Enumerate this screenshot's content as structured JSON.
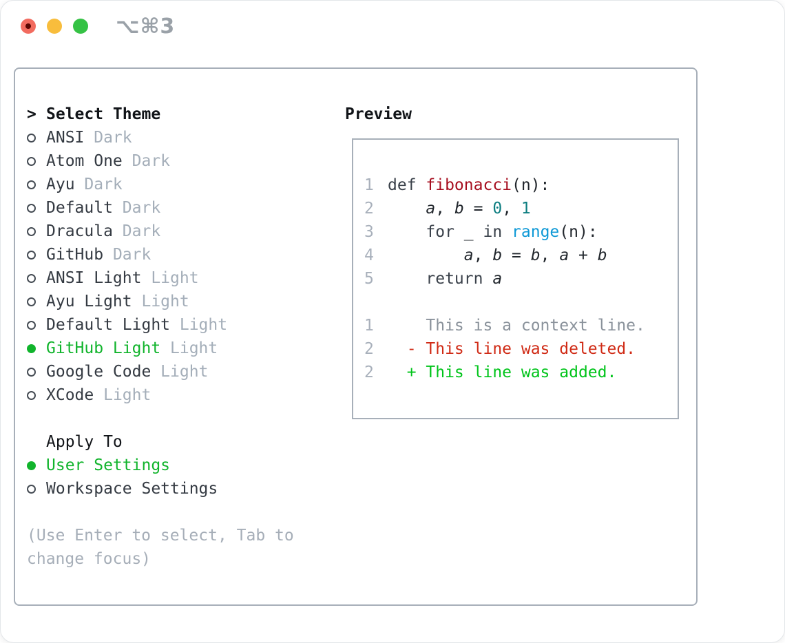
{
  "window": {
    "title": "⌥⌘3",
    "traffic_lights": [
      {
        "name": "close",
        "color": "#f26b5f"
      },
      {
        "name": "minimize",
        "color": "#f8bd3c"
      },
      {
        "name": "zoom",
        "color": "#35c245"
      }
    ]
  },
  "theme_picker": {
    "header_prefix": ">",
    "header": "Select Theme",
    "items": [
      {
        "name": "ANSI",
        "tag": "Dark",
        "selected": false
      },
      {
        "name": "Atom One",
        "tag": "Dark",
        "selected": false
      },
      {
        "name": "Ayu",
        "tag": "Dark",
        "selected": false
      },
      {
        "name": "Default",
        "tag": "Dark",
        "selected": false
      },
      {
        "name": "Dracula",
        "tag": "Dark",
        "selected": false
      },
      {
        "name": "GitHub",
        "tag": "Dark",
        "selected": false
      },
      {
        "name": "ANSI Light",
        "tag": "Light",
        "selected": false
      },
      {
        "name": "Ayu Light",
        "tag": "Light",
        "selected": false
      },
      {
        "name": "Default Light",
        "tag": "Light",
        "selected": false
      },
      {
        "name": "GitHub Light",
        "tag": "Light",
        "selected": true
      },
      {
        "name": "Google Code",
        "tag": "Light",
        "selected": false
      },
      {
        "name": "XCode",
        "tag": "Light",
        "selected": false
      }
    ],
    "apply_header": "Apply To",
    "apply_items": [
      {
        "name": "User Settings",
        "selected": true
      },
      {
        "name": "Workspace Settings",
        "selected": false
      }
    ],
    "hint": "(Use Enter to select, Tab to change focus)"
  },
  "preview": {
    "heading": "Preview",
    "lines": [
      {
        "num": "1",
        "spans": [
          {
            "t": "def ",
            "s": "kw"
          },
          {
            "t": "fibonacci",
            "s": "fn"
          },
          {
            "t": "(n):",
            "s": "pl"
          }
        ]
      },
      {
        "num": "2",
        "spans": [
          {
            "t": "    ",
            "s": "pl"
          },
          {
            "t": "a",
            "s": "var"
          },
          {
            "t": ", ",
            "s": "pl"
          },
          {
            "t": "b",
            "s": "var"
          },
          {
            "t": " = ",
            "s": "pl"
          },
          {
            "t": "0",
            "s": "num"
          },
          {
            "t": ", ",
            "s": "pl"
          },
          {
            "t": "1",
            "s": "num"
          }
        ]
      },
      {
        "num": "3",
        "spans": [
          {
            "t": "    ",
            "s": "pl"
          },
          {
            "t": "for",
            "s": "kw"
          },
          {
            "t": " _ ",
            "s": "pl"
          },
          {
            "t": "in",
            "s": "kw"
          },
          {
            "t": " ",
            "s": "pl"
          },
          {
            "t": "range",
            "s": "call"
          },
          {
            "t": "(n):",
            "s": "pl"
          }
        ]
      },
      {
        "num": "4",
        "spans": [
          {
            "t": "        ",
            "s": "pl"
          },
          {
            "t": "a",
            "s": "var"
          },
          {
            "t": ", ",
            "s": "pl"
          },
          {
            "t": "b",
            "s": "var"
          },
          {
            "t": " = ",
            "s": "pl"
          },
          {
            "t": "b",
            "s": "var"
          },
          {
            "t": ", ",
            "s": "pl"
          },
          {
            "t": "a",
            "s": "var"
          },
          {
            "t": " + ",
            "s": "pl"
          },
          {
            "t": "b",
            "s": "var"
          }
        ]
      },
      {
        "num": "5",
        "spans": [
          {
            "t": "    ",
            "s": "pl"
          },
          {
            "t": "return",
            "s": "kw"
          },
          {
            "t": " ",
            "s": "pl"
          },
          {
            "t": "a",
            "s": "var"
          }
        ]
      },
      {
        "num": "",
        "spans": []
      },
      {
        "num": "1",
        "spans": [
          {
            "t": "    This is a context line.",
            "s": "ctx"
          }
        ]
      },
      {
        "num": "2",
        "spans": [
          {
            "t": "  - This line was deleted.",
            "s": "del"
          }
        ]
      },
      {
        "num": "2",
        "spans": [
          {
            "t": "  + This line was added.",
            "s": "add"
          }
        ]
      }
    ]
  },
  "colors": {
    "panel_border": "#a7afb9",
    "selection_green": "#11b42c",
    "diff_added_green": "#00c41a",
    "diff_deleted_red": "#d02b16",
    "context_gray": "#8a929b",
    "function_red": "#a60e1f",
    "number_teal": "#0c7d80",
    "call_blue": "#0f99d6",
    "tag_gray": "#a4aeb9",
    "hint_gray": "#a6aeb8",
    "line_number_gray": "#a8b0bb",
    "title_gray": "#9aa1a8",
    "traffic_red": "#f26b5f",
    "traffic_yellow": "#f8bd3c",
    "traffic_green": "#35c245"
  }
}
